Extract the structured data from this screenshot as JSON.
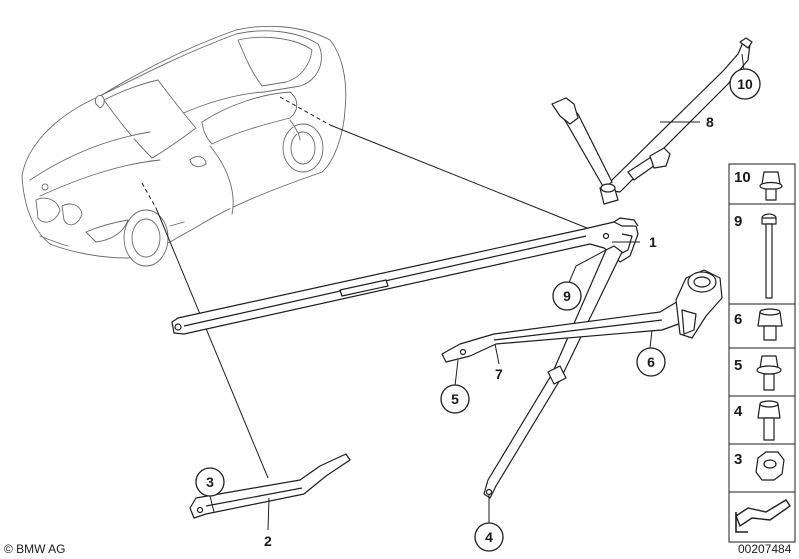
{
  "diagram": {
    "callouts": [
      {
        "id": "c1",
        "text": "1"
      },
      {
        "id": "c2",
        "text": "2"
      },
      {
        "id": "c3",
        "text": "3"
      },
      {
        "id": "c4",
        "text": "4"
      },
      {
        "id": "c5",
        "text": "5"
      },
      {
        "id": "c6",
        "text": "6"
      },
      {
        "id": "c7",
        "text": "7"
      },
      {
        "id": "c8",
        "text": "8"
      },
      {
        "id": "c9",
        "text": "9"
      },
      {
        "id": "c10",
        "text": "10"
      }
    ],
    "side_panel": [
      {
        "text": "10",
        "icon": "flange-bolt-icon"
      },
      {
        "text": "9",
        "icon": "long-bolt-icon"
      },
      {
        "text": "6",
        "icon": "hex-bolt-icon"
      },
      {
        "text": "5",
        "icon": "collar-bolt-icon"
      },
      {
        "text": "4",
        "icon": "hex-screw-icon"
      },
      {
        "text": "3",
        "icon": "hex-nut-icon"
      }
    ],
    "copyright": "© BMW AG",
    "diagram_number": "00207484"
  }
}
